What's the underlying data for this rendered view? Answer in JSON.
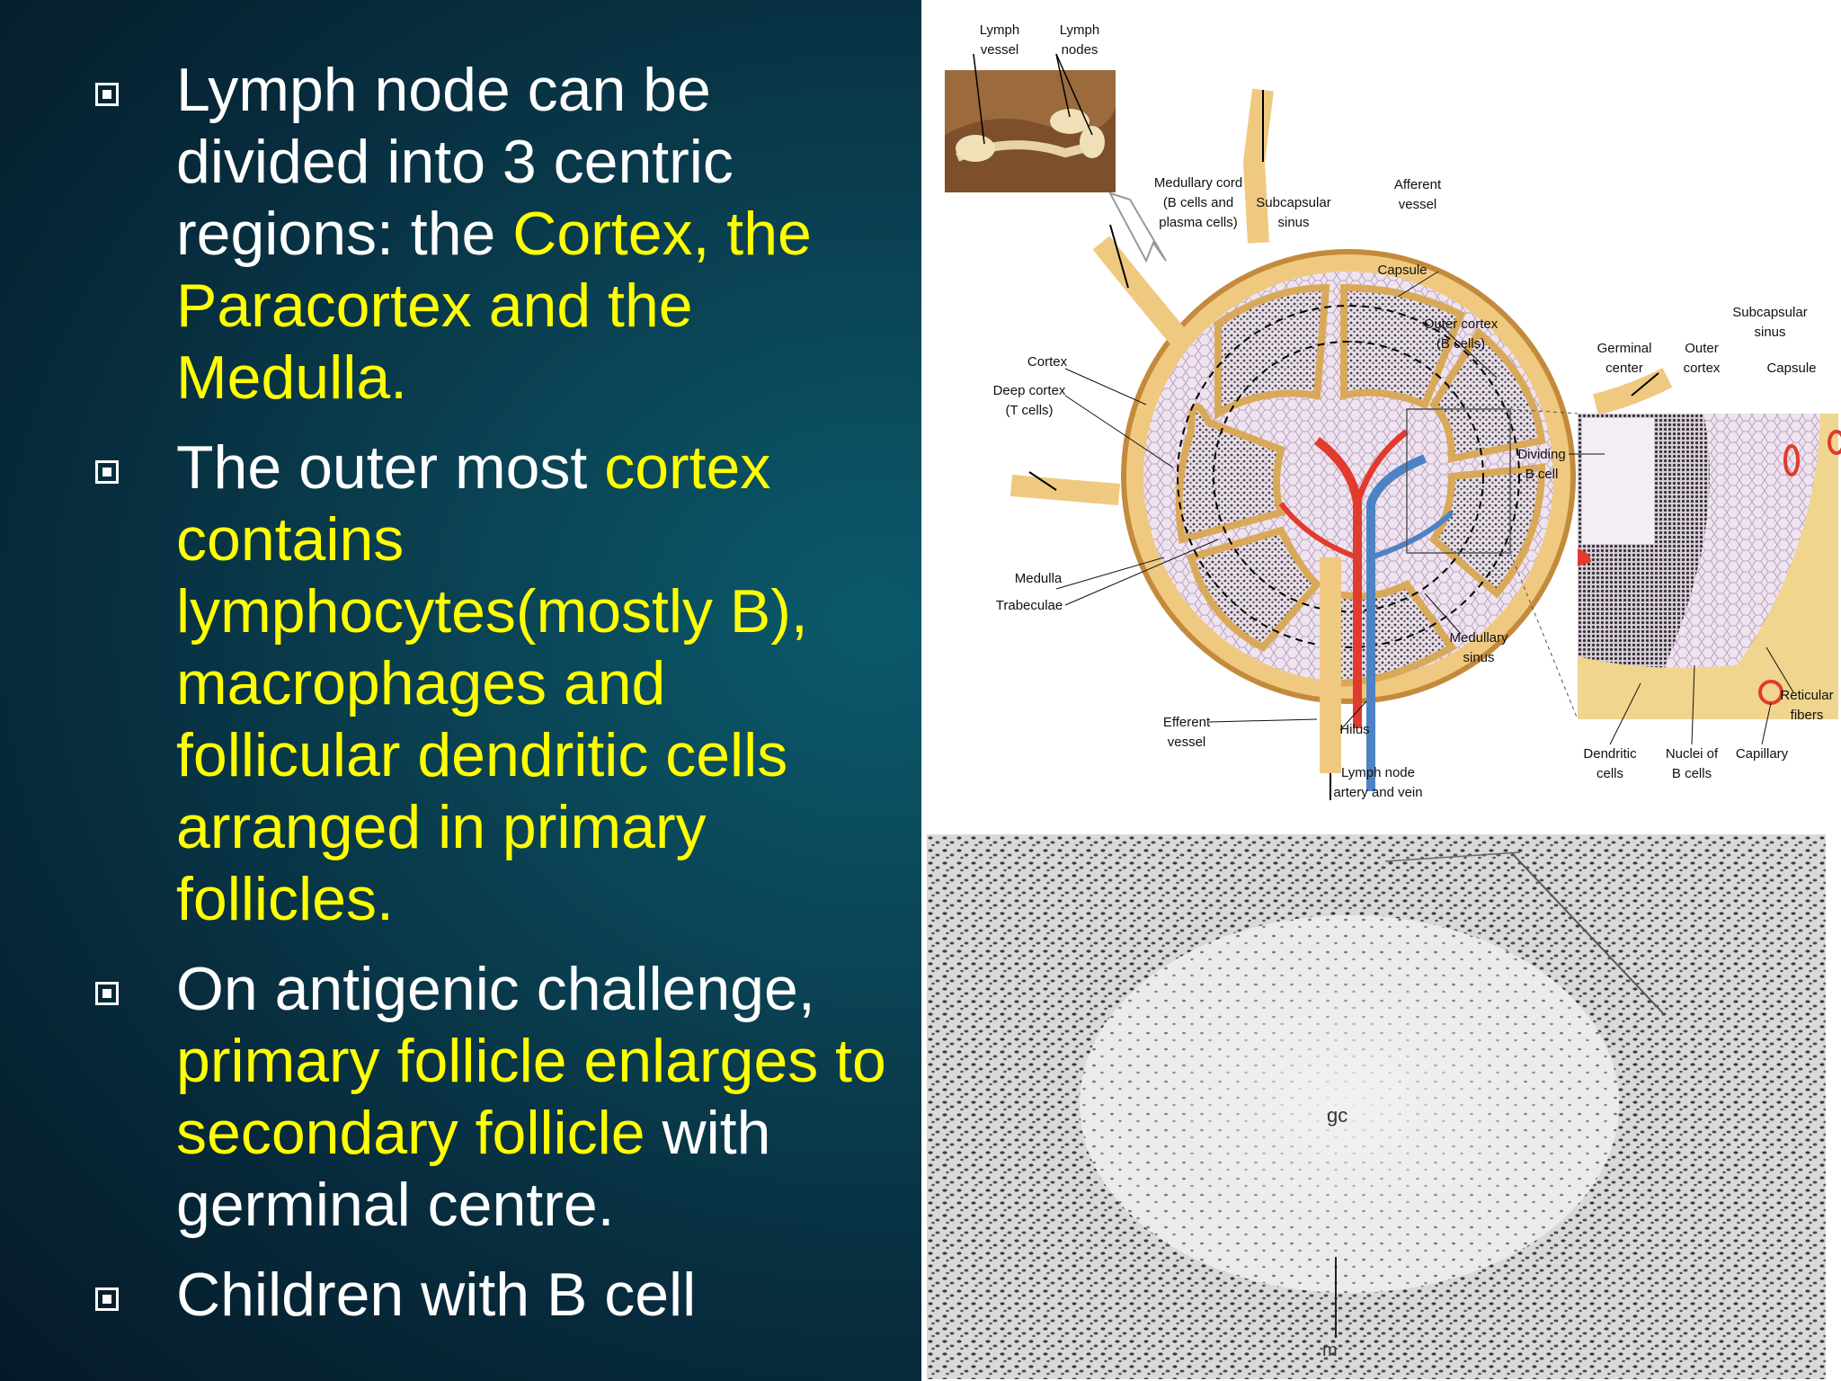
{
  "bullets": [
    {
      "segments": [
        {
          "text": "Lymph node can be divided into 3 centric regions: the ",
          "highlight": false
        },
        {
          "text": "Cortex, the Paracortex and the Medulla.",
          "highlight": true
        }
      ]
    },
    {
      "segments": [
        {
          "text": "The outer most ",
          "highlight": false
        },
        {
          "text": "cortex contains lymphocytes(mostly B), macrophages and follicular dendritic cells arranged in primary follicles.",
          "highlight": true
        }
      ]
    },
    {
      "segments": [
        {
          "text": "On antigenic challenge, ",
          "highlight": false
        },
        {
          "text": "primary follicle enlarges to secondary follicle",
          "highlight": true
        },
        {
          "text": " with germinal centre.",
          "highlight": false
        }
      ]
    },
    {
      "segments": [
        {
          "text": "Children with B cell",
          "highlight": false
        }
      ]
    }
  ],
  "diagram_labels": {
    "lymph_vessel": [
      "Lymph",
      "vessel"
    ],
    "lymph_nodes": [
      "Lymph",
      "nodes"
    ],
    "medullary_cord": [
      "Medullary cord",
      "(B cells and",
      "plasma cells)"
    ],
    "subcapsular_sinus": [
      "Subcapsular",
      "sinus"
    ],
    "afferent_vessel": [
      "Afferent",
      "vessel"
    ],
    "capsule": "Capsule",
    "outer_cortex": [
      "Outer cortex",
      "(B cells)"
    ],
    "cortex": "Cortex",
    "deep_cortex": [
      "Deep cortex",
      "(T cells)"
    ],
    "medulla": "Medulla",
    "trabeculae": "Trabeculae",
    "medullary_sinus": [
      "Medullary",
      "sinus"
    ],
    "efferent_vessel": [
      "Efferent",
      "vessel"
    ],
    "hilus": "Hilus",
    "artery_vein": [
      "Lymph node",
      "artery and vein"
    ],
    "dividing_b_cell": [
      "Dividing",
      "B cell"
    ],
    "germinal_center": [
      "Germinal",
      "center"
    ],
    "outer_cortex_detail": [
      "Outer",
      "cortex"
    ],
    "subcapsular_sinus_detail": [
      "Subcapsular",
      "sinus"
    ],
    "capsule_detail": "Capsule",
    "reticular_fibers": [
      "Reticular",
      "fibers"
    ],
    "dendritic_cells": [
      "Dendritic",
      "cells"
    ],
    "nuclei_b_cells": [
      "Nuclei of",
      "B cells"
    ],
    "capillary": "Capillary"
  },
  "micrograph_labels": {
    "gc": "gc",
    "m": "m"
  },
  "colors": {
    "highlight": "#ffff00",
    "body_text": "#ffffff",
    "slide_background": "#0a4253"
  },
  "icons": {
    "bullet": "boxed-square-bullet-icon"
  }
}
